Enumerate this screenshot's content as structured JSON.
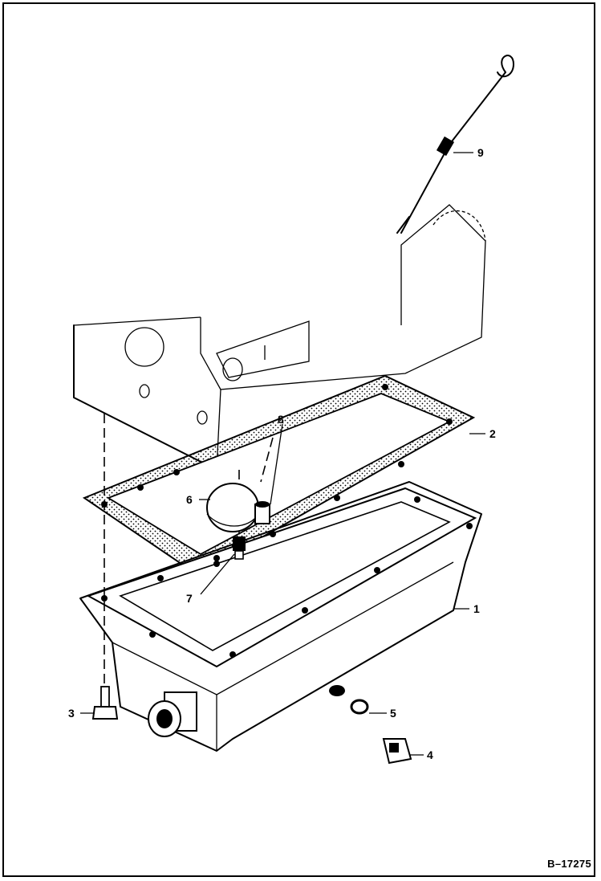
{
  "figure_id": "B–17275",
  "callouts": [
    {
      "id": "1",
      "part": "oil-pan"
    },
    {
      "id": "2",
      "part": "gasket"
    },
    {
      "id": "3",
      "part": "bolt"
    },
    {
      "id": "4",
      "part": "drain-plug"
    },
    {
      "id": "5",
      "part": "washer"
    },
    {
      "id": "6",
      "part": "oil-strainer"
    },
    {
      "id": "7",
      "part": "strainer-bolt"
    },
    {
      "id": "8",
      "part": "strainer-fitting"
    },
    {
      "id": "9",
      "part": "dipstick"
    }
  ],
  "colors": {
    "line": "#000000",
    "background": "#ffffff"
  }
}
